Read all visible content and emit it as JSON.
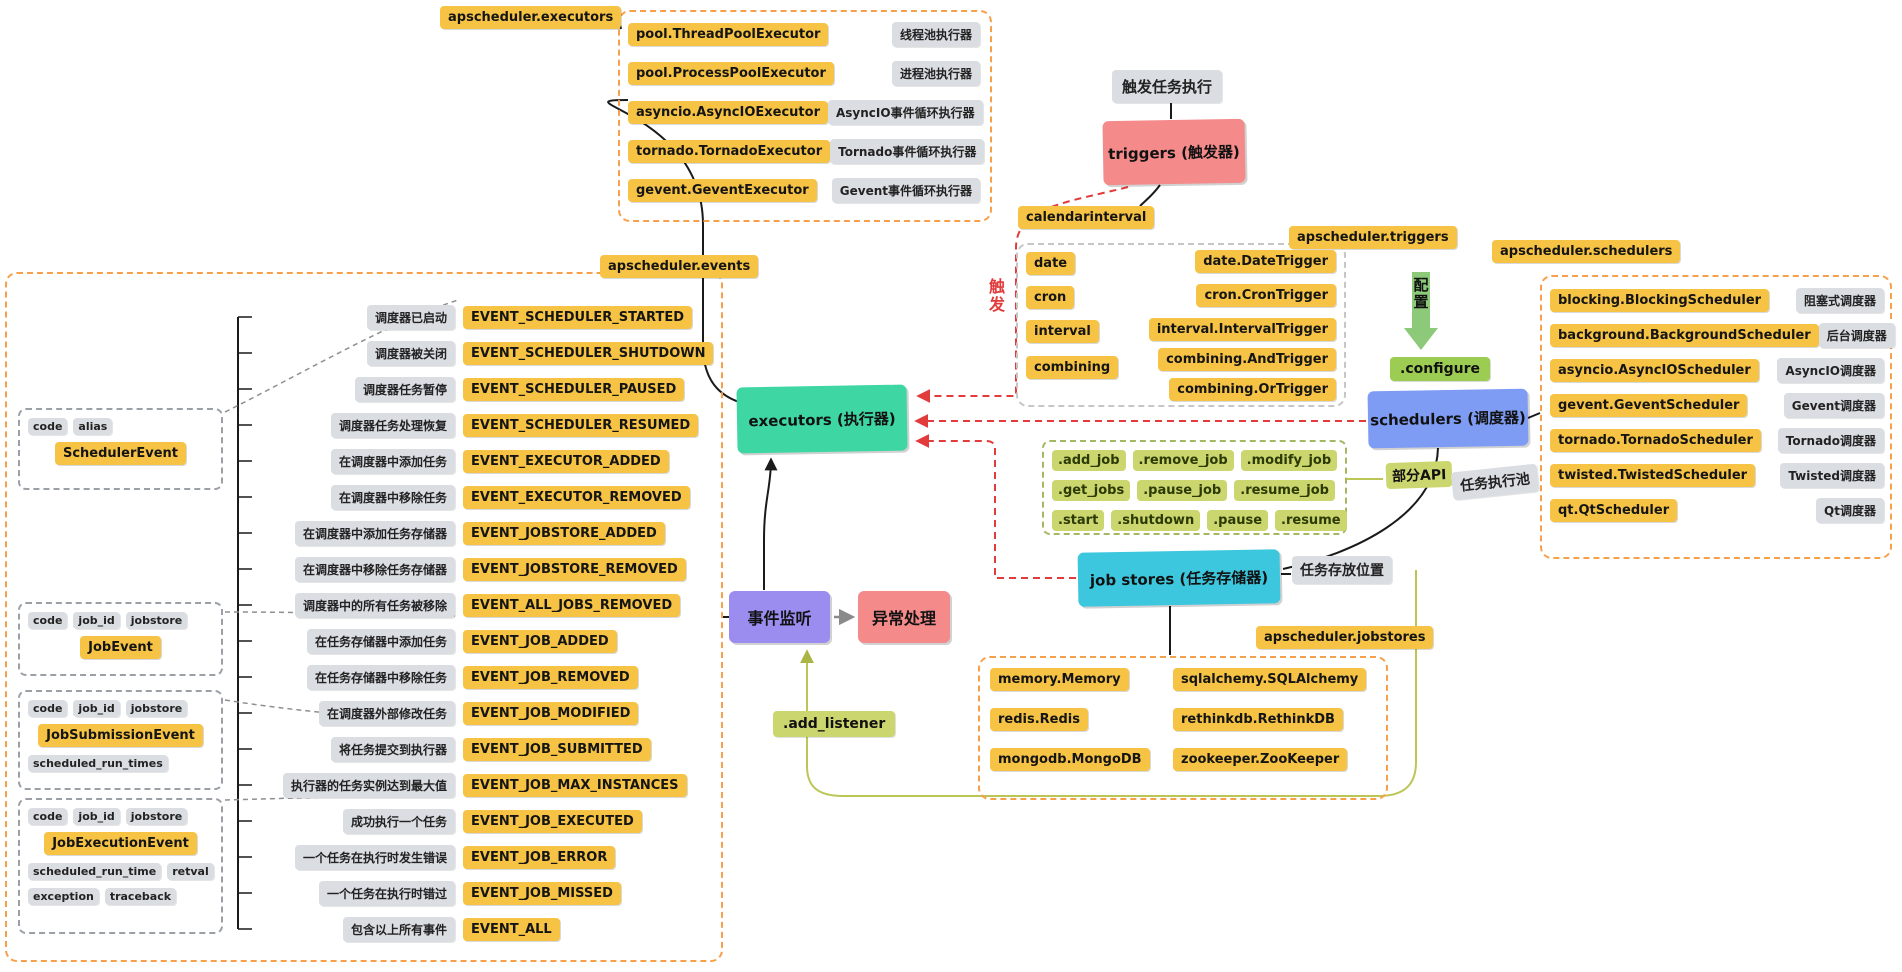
{
  "colors": {
    "badge_yellow": "#f6c344",
    "badge_gray": "#dadee3",
    "badge_olive": "#ccd66e",
    "node_teal": "#3ed6a2",
    "node_blue": "#7e9cf3",
    "node_cyan": "#3cc7de",
    "node_pink": "#f48a8a",
    "node_purple": "#9b8cf0",
    "green_accent": "#8cc979",
    "red_accent": "#e23b3b",
    "orange_dashed": "#f7a04b",
    "olive_line": "#bcc657"
  },
  "modules": {
    "executors": "apscheduler.executors",
    "events": "apscheduler.events",
    "triggers": "apscheduler.triggers",
    "schedulers": "apscheduler.schedulers",
    "jobstores": "apscheduler.jobstores"
  },
  "nodes": {
    "executors": "executors (执行器)",
    "schedulers": "schedulers (调度器)",
    "triggers": "triggers (触发器)",
    "jobstores": "job stores (任务存储器)",
    "event_listener": "事件监听",
    "exception_handling": "异常处理",
    "trigger_task_exec": "触发任务执行",
    "trigger_label": "触发",
    "configure_label": "配置",
    "configure_method": ".configure",
    "add_listener_method": ".add_listener",
    "partial_api": "部分API",
    "task_exec_pool": "任务执行池",
    "job_storage_location": "任务存放位置"
  },
  "executors_list": [
    {
      "name": "pool.ThreadPoolExecutor",
      "desc": "线程池执行器"
    },
    {
      "name": "pool.ProcessPoolExecutor",
      "desc": "进程池执行器"
    },
    {
      "name": "asyncio.AsyncIOExecutor",
      "desc": "AsyncIO事件循环执行器"
    },
    {
      "name": "tornado.TornadoExecutor",
      "desc": "Tornado事件循环执行器"
    },
    {
      "name": "gevent.GeventExecutor",
      "desc": "Gevent事件循环执行器"
    }
  ],
  "events_list": [
    {
      "desc": "调度器已启动",
      "name": "EVENT_SCHEDULER_STARTED"
    },
    {
      "desc": "调度器被关闭",
      "name": "EVENT_SCHEDULER_SHUTDOWN"
    },
    {
      "desc": "调度器任务暂停",
      "name": "EVENT_SCHEDULER_PAUSED"
    },
    {
      "desc": "调度器任务处理恢复",
      "name": "EVENT_SCHEDULER_RESUMED"
    },
    {
      "desc": "在调度器中添加任务",
      "name": "EVENT_EXECUTOR_ADDED"
    },
    {
      "desc": "在调度器中移除任务",
      "name": "EVENT_EXECUTOR_REMOVED"
    },
    {
      "desc": "在调度器中添加任务存储器",
      "name": "EVENT_JOBSTORE_ADDED"
    },
    {
      "desc": "在调度器中移除任务存储器",
      "name": "EVENT_JOBSTORE_REMOVED"
    },
    {
      "desc": "调度器中的所有任务被移除",
      "name": "EVENT_ALL_JOBS_REMOVED"
    },
    {
      "desc": "在任务存储器中添加任务",
      "name": "EVENT_JOB_ADDED"
    },
    {
      "desc": "在任务存储器中移除任务",
      "name": "EVENT_JOB_REMOVED"
    },
    {
      "desc": "在调度器外部修改任务",
      "name": "EVENT_JOB_MODIFIED"
    },
    {
      "desc": "将任务提交到执行器",
      "name": "EVENT_JOB_SUBMITTED"
    },
    {
      "desc": "执行器的任务实例达到最大值",
      "name": "EVENT_JOB_MAX_INSTANCES"
    },
    {
      "desc": "成功执行一个任务",
      "name": "EVENT_JOB_EXECUTED"
    },
    {
      "desc": "一个任务在执行时发生错误",
      "name": "EVENT_JOB_ERROR"
    },
    {
      "desc": "一个任务在执行时错过",
      "name": "EVENT_JOB_MISSED"
    },
    {
      "desc": "包含以上所有事件",
      "name": "EVENT_ALL"
    }
  ],
  "event_classes": [
    {
      "name": "SchedulerEvent",
      "fields": [
        "code",
        "alias"
      ],
      "extras": []
    },
    {
      "name": "JobEvent",
      "fields": [
        "code",
        "job_id",
        "jobstore"
      ],
      "extras": []
    },
    {
      "name": "JobSubmissionEvent",
      "fields": [
        "code",
        "job_id",
        "jobstore"
      ],
      "extras": [
        "scheduled_run_times"
      ]
    },
    {
      "name": "JobExecutionEvent",
      "fields": [
        "code",
        "job_id",
        "jobstore"
      ],
      "extras": [
        "scheduled_run_time",
        "retval",
        "exception",
        "traceback"
      ]
    }
  ],
  "triggers_panel": {
    "calendar": "calendarinterval",
    "keys": [
      "date",
      "cron",
      "interval",
      "combining"
    ],
    "impls": [
      "date.DateTrigger",
      "cron.CronTrigger",
      "interval.IntervalTrigger",
      "combining.AndTrigger",
      "combining.OrTrigger"
    ]
  },
  "api_methods": {
    "rows": [
      [
        ".add_job",
        ".remove_job",
        ".modify_job"
      ],
      [
        ".get_jobs",
        ".pause_job",
        ".resume_job"
      ],
      [
        ".start",
        ".shutdown",
        ".pause",
        ".resume"
      ]
    ]
  },
  "schedulers_list": [
    {
      "name": "blocking.BlockingScheduler",
      "desc": "阻塞式调度器"
    },
    {
      "name": "background.BackgroundScheduler",
      "desc": "后台调度器"
    },
    {
      "name": "asyncio.AsyncIOScheduler",
      "desc": "AsyncIO调度器"
    },
    {
      "name": "gevent.GeventScheduler",
      "desc": "Gevent调度器"
    },
    {
      "name": "tornado.TornadoScheduler",
      "desc": "Tornado调度器"
    },
    {
      "name": "twisted.TwistedScheduler",
      "desc": "Twisted调度器"
    },
    {
      "name": "qt.QtScheduler",
      "desc": "Qt调度器"
    }
  ],
  "jobstores_list": [
    [
      "memory.Memory",
      "sqlalchemy.SQLAlchemy"
    ],
    [
      "redis.Redis",
      "rethinkdb.RethinkDB"
    ],
    [
      "mongodb.MongoDB",
      "zookeeper.ZooKeeper"
    ]
  ]
}
